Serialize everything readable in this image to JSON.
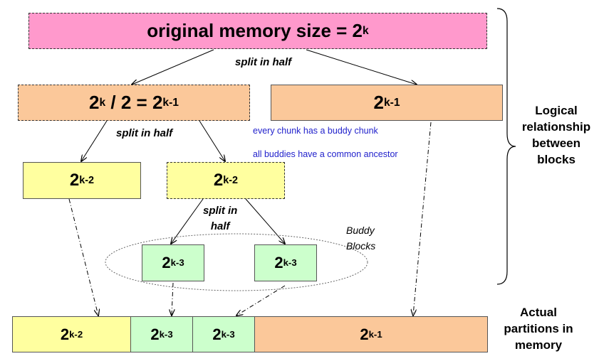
{
  "blocks": {
    "root": {
      "base": "original memory size = 2",
      "exp": "k"
    },
    "level1_left": {
      "base": "2",
      "exp": "k",
      "rest": " / 2 = 2",
      "exp2": "k-1"
    },
    "level1_right": {
      "base": "2",
      "exp": "k-1"
    },
    "level2_left": {
      "base": "2",
      "exp": "k-2"
    },
    "level2_right": {
      "base": "2",
      "exp": "k-2"
    },
    "level3_left": {
      "base": "2",
      "exp": "k-3"
    },
    "level3_right": {
      "base": "2",
      "exp": "k-3"
    }
  },
  "labels": {
    "split_top": "split in half",
    "split_mid": "split in half",
    "split_low_1": "split in",
    "split_low_2": "half",
    "buddy_chunk": "every chunk has a buddy chunk",
    "common_ancestor": "all buddies have a common ancestor",
    "buddy_blocks_1": "Buddy",
    "buddy_blocks_2": "Blocks",
    "logical_1": "Logical",
    "logical_2": "relationship",
    "logical_3": "between",
    "logical_4": "blocks",
    "actual_1": "Actual",
    "actual_2": "partitions in",
    "actual_3": "memory"
  },
  "memory_row": [
    {
      "base": "2",
      "exp": "k-2",
      "color": "#ffff9f"
    },
    {
      "base": "2",
      "exp": "k-3",
      "color": "#ccffcc"
    },
    {
      "base": "2",
      "exp": "k-3",
      "color": "#ccffcc"
    },
    {
      "base": "2",
      "exp": "k-1",
      "color": "#fbc89a"
    }
  ],
  "colors": {
    "root": "#ff99cc",
    "orange": "#fbc89a",
    "yellow": "#ffff9f",
    "green": "#ccffcc",
    "annotation_blue": "#2222cc"
  }
}
